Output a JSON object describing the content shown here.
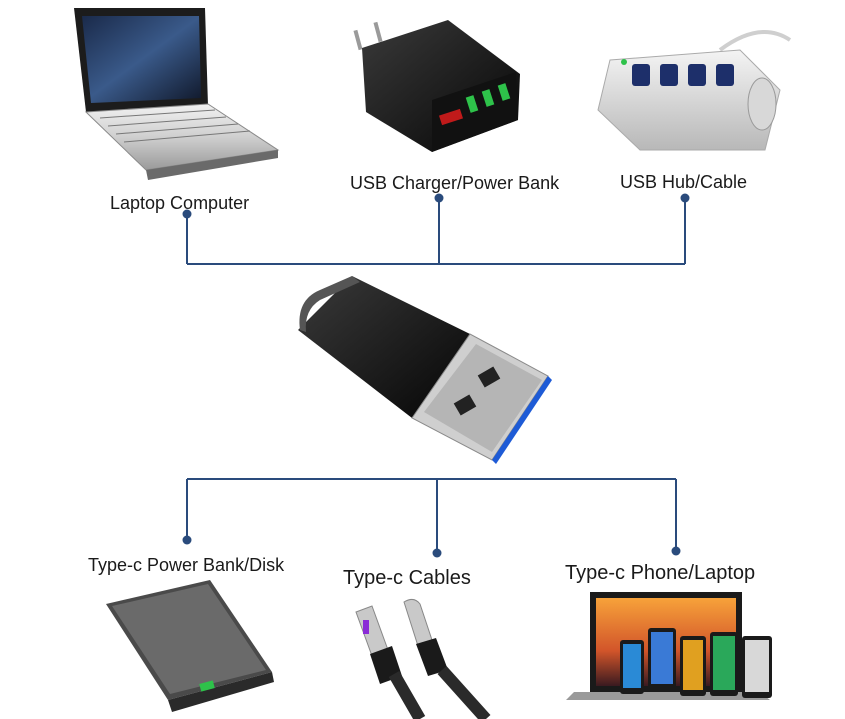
{
  "diagram": {
    "top_devices": [
      {
        "label": "Laptop Computer",
        "icon": "laptop-icon"
      },
      {
        "label": "USB Charger/Power Bank",
        "icon": "usb-charger-icon"
      },
      {
        "label": "USB Hub/Cable",
        "icon": "usb-hub-icon"
      }
    ],
    "center_device": {
      "icon": "usb-a-to-type-c-adapter-icon"
    },
    "bottom_devices": [
      {
        "label": "Type-c Power Bank/Disk",
        "icon": "power-bank-icon"
      },
      {
        "label": "Type-c Cables",
        "icon": "type-c-cable-icon"
      },
      {
        "label": "Type-c Phone/Laptop",
        "icon": "phone-laptop-icon"
      }
    ],
    "colors": {
      "line": "#2a4b7c",
      "dot": "#2a4b7c"
    }
  }
}
